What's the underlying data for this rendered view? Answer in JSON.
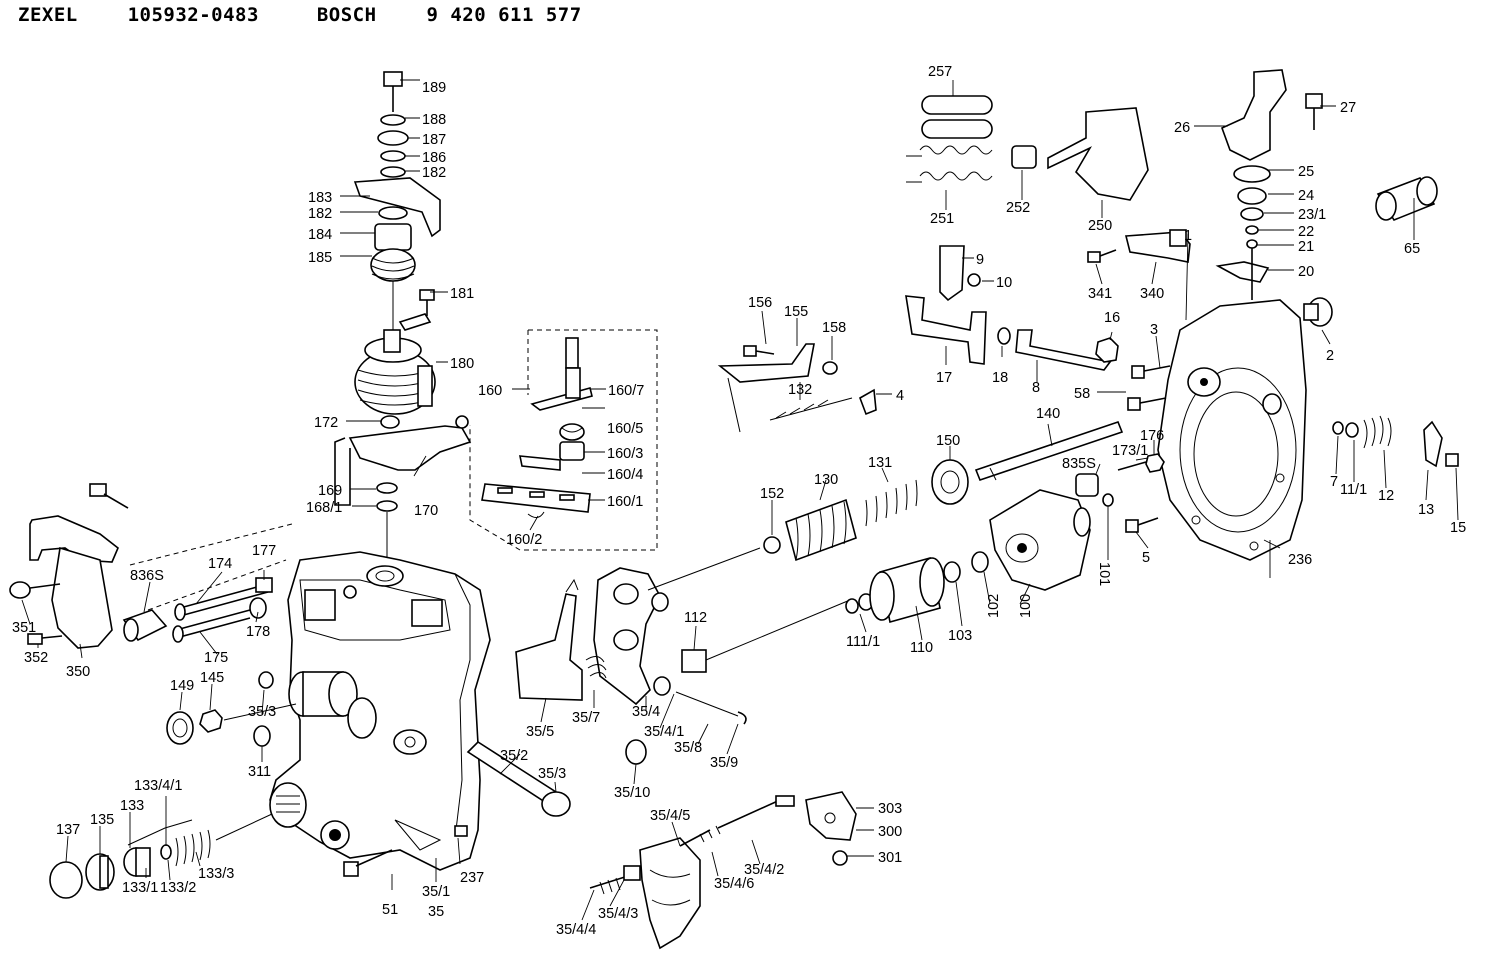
{
  "header": {
    "brand1": "ZEXEL",
    "number1": "105932-0483",
    "brand2": "BOSCH",
    "number2": "9 420 611 577"
  },
  "labels": {
    "l189": "189",
    "l188": "188",
    "l187": "187",
    "l186": "186",
    "l182a": "182",
    "l183": "183",
    "l182b": "182",
    "l184": "184",
    "l185": "185",
    "l181": "181",
    "l180": "180",
    "l172": "172",
    "l169": "169",
    "l168_1": "168/1",
    "l170": "170",
    "l160": "160",
    "l160_7": "160/7",
    "l160_5": "160/5",
    "l160_3": "160/3",
    "l160_4": "160/4",
    "l160_1": "160/1",
    "l160_2": "160/2",
    "l156": "156",
    "l155": "155",
    "l158": "158",
    "l132": "132",
    "l4": "4",
    "l257": "257",
    "l251": "251",
    "l252": "252",
    "l250": "250",
    "l9": "9",
    "l10": "10",
    "l17": "17",
    "l18": "18",
    "l8": "8",
    "l341": "341",
    "l340": "340",
    "l1": "1",
    "l26": "26",
    "l27": "27",
    "l25": "25",
    "l24": "24",
    "l23_1": "23/1",
    "l22": "22",
    "l21": "21",
    "l20": "20",
    "l65": "65",
    "l16": "16",
    "l3": "3",
    "l2": "2",
    "l58": "58",
    "l140": "140",
    "l150": "150",
    "l131": "131",
    "l130": "130",
    "l152": "152",
    "l173_1": "173/1",
    "l176": "176",
    "l835s_r": "835S",
    "l7": "7",
    "l11_1": "11/1",
    "l12": "12",
    "l13": "13",
    "l15": "15",
    "l5": "5",
    "l101": "101",
    "l236": "236",
    "l100": "100",
    "l102": "102",
    "l103": "103",
    "l110": "110",
    "l111_1": "111/1",
    "l112": "112",
    "l351": "351",
    "l352": "352",
    "l350": "350",
    "l836s": "836S",
    "l174": "174",
    "l177": "177",
    "l175": "175",
    "l178": "178",
    "l149": "149",
    "l145": "145",
    "l35_3a": "35/3",
    "l311": "311",
    "l35_5": "35/5",
    "l35_7": "35/7",
    "l35_4": "35/4",
    "l35_4_1": "35/4/1",
    "l35_8": "35/8",
    "l35_9": "35/9",
    "l35_10": "35/10",
    "l35_2": "35/2",
    "l35_3b": "35/3",
    "l133_4_1": "133/4/1",
    "l133": "133",
    "l137": "137",
    "l135": "135",
    "l133_1": "133/1",
    "l133_2": "133/2",
    "l133_3": "133/3",
    "l51": "51",
    "l35_1": "35/1",
    "l35": "35",
    "l237": "237",
    "l35_4_5": "35/4/5",
    "l35_4_6": "35/4/6",
    "l35_4_2": "35/4/2",
    "l35_4_3": "35/4/3",
    "l35_4_4": "35/4/4",
    "l303": "303",
    "l300": "300",
    "l301": "301"
  }
}
